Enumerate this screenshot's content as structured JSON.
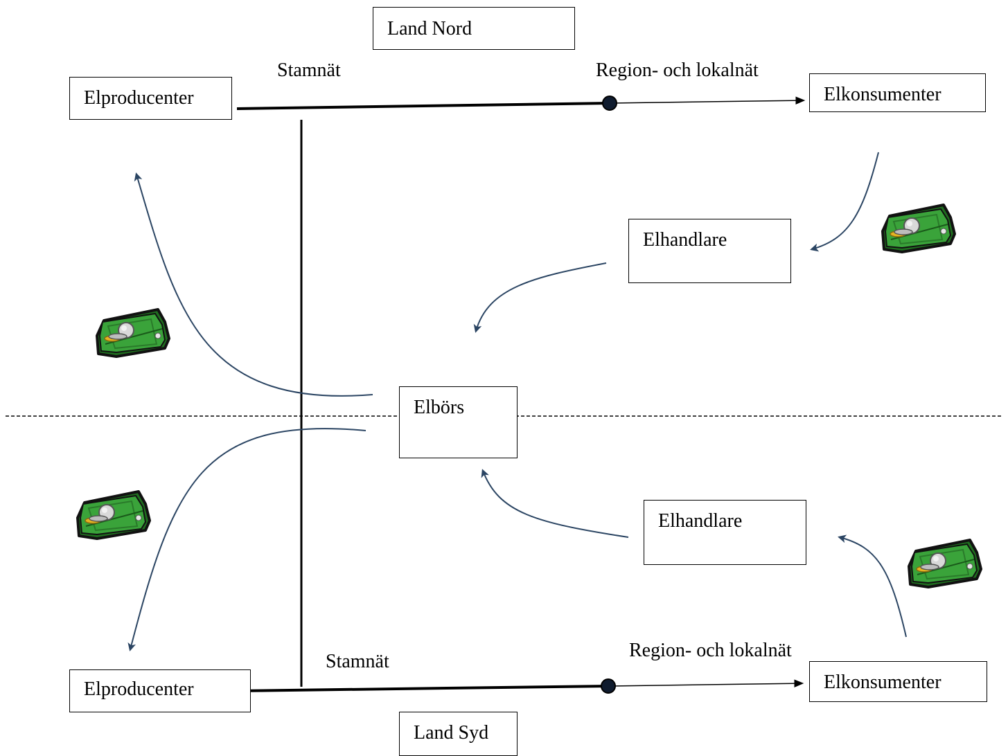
{
  "north": {
    "country": "Land Nord",
    "producers": "Elproducenter",
    "consumers": "Elkonsumenter",
    "retailer": "Elhandlare",
    "transmission_grid": "Stamnät",
    "distribution_grid": "Region- och lokalnät"
  },
  "south": {
    "country": "Land Syd",
    "producers": "Elproducenter",
    "consumers": "Elkonsumenter",
    "retailer": "Elhandlare",
    "transmission_grid": "Stamnät",
    "distribution_grid": "Region- och lokalnät"
  },
  "exchange": "Elbörs",
  "icons": [
    "money-icon",
    "money-icon",
    "money-icon",
    "money-icon"
  ],
  "colors": {
    "flow_arrow": "#2b4563",
    "money_green": "#3aa33a",
    "money_dark": "#1e6b1e",
    "coin": "#c8c8c8",
    "coin_gold": "#e6b422"
  }
}
